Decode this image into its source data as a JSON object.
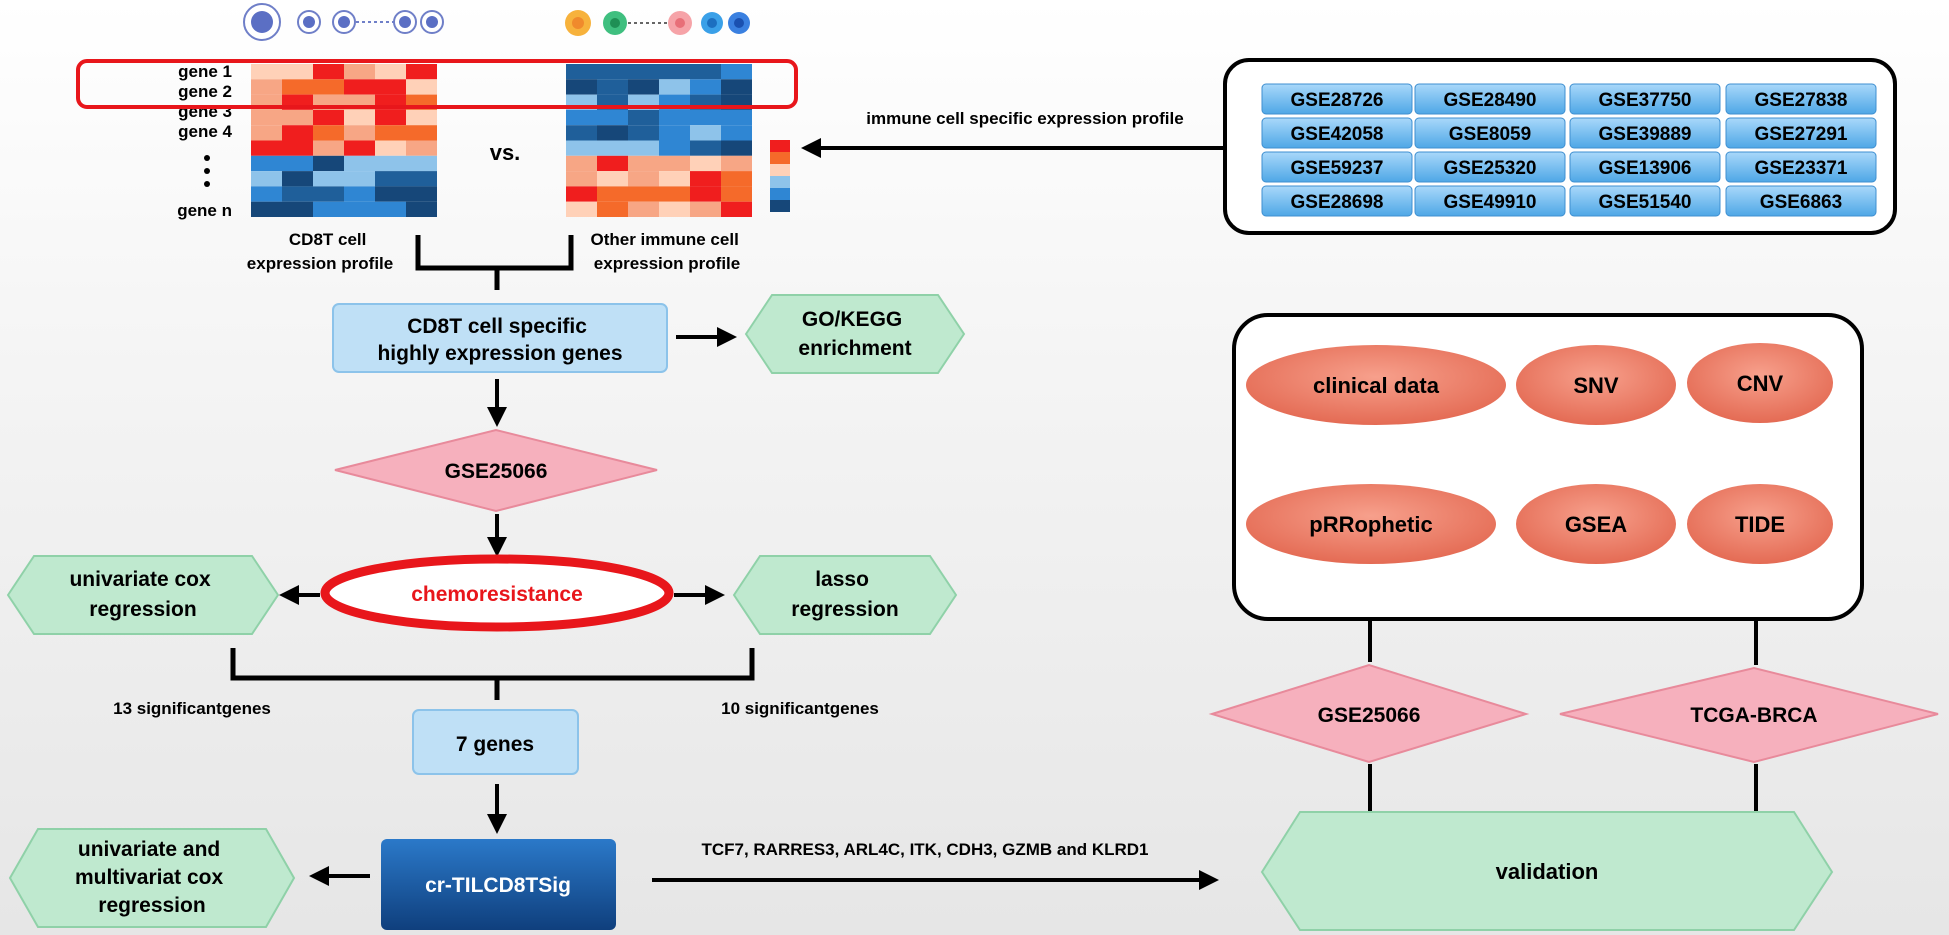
{
  "heatmap": {
    "gene_labels": [
      "gene 1",
      "gene 2",
      "gene 3",
      "gene 4",
      "gene n"
    ],
    "vs_label": "vs.",
    "left_caption": [
      "CD8T cell",
      "expression profile"
    ],
    "right_caption": [
      "Other immune cell",
      "expression profile"
    ]
  },
  "datasets": {
    "label": "immune cell specific expression profile",
    "items": [
      "GSE28726",
      "GSE28490",
      "GSE37750",
      "GSE27838",
      "GSE42058",
      "GSE8059",
      "GSE39889",
      "GSE27291",
      "GSE59237",
      "GSE25320",
      "GSE13906",
      "GSE23371",
      "GSE28698",
      "GSE49910",
      "GSE51540",
      "GSE6863"
    ]
  },
  "flow": {
    "specific_genes": [
      "CD8T  cell specific",
      "highly expression genes"
    ],
    "enrichment": [
      "GO/KEGG",
      "enrichment"
    ],
    "dataset": "GSE25066",
    "chemoresistance": "chemoresistance",
    "univariate": [
      "univariate cox",
      "regression"
    ],
    "lasso": [
      "lasso",
      "regression"
    ],
    "left_count": "13 significantgenes",
    "right_count": "10 significantgenes",
    "seven_genes": "7 genes",
    "signature": "cr-TILCD8TSig",
    "multivariate": [
      "univariate and",
      "multivariat cox",
      "regression"
    ],
    "gene_list": "TCF7, RARRES3,  ARL4C, ITK, CDH3, GZMB and KLRD1"
  },
  "analyses": {
    "items": [
      "clinical data",
      "SNV",
      "CNV",
      "pRRophetic",
      "GSEA",
      "TIDE"
    ]
  },
  "validation": {
    "left_dataset": "GSE25066",
    "right_dataset": "TCGA-BRCA",
    "label": "validation"
  },
  "colors": {
    "blue_box": "#bfe0f6",
    "green_hex": "#bfe9cf",
    "pink_diamond": "#f6b0bd",
    "red_highlight": "#e8161b",
    "orange_ellipse": "#ec7d66",
    "dataset_tile": "#7fc1ef",
    "signature_box": "#1f5fa8"
  }
}
